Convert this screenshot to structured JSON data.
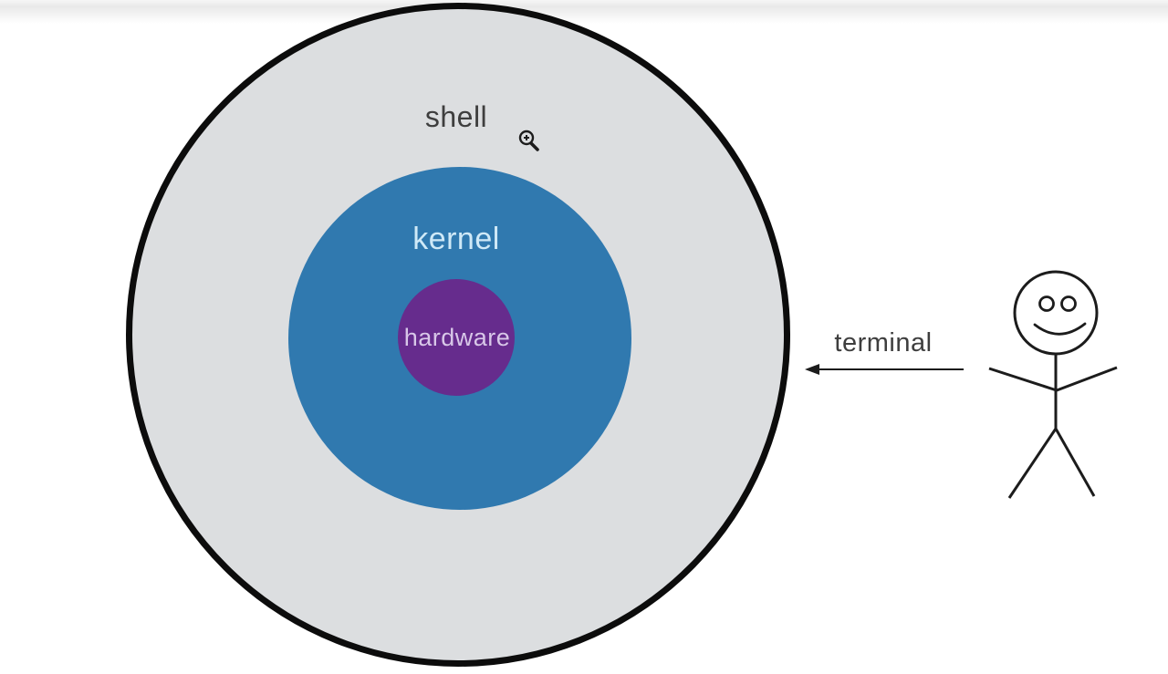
{
  "diagram": {
    "labels": {
      "shell": "shell",
      "kernel": "kernel",
      "hardware": "hardware",
      "terminal": "terminal"
    },
    "colors": {
      "background": "#ffffff",
      "outline": "#0c0c0c",
      "shell_fill": "#dcdee0",
      "kernel_fill": "#3079af",
      "kernel_text": "#cfe9f7",
      "hardware_fill": "#662c8d",
      "hardware_text": "#d8c7e8",
      "label_text": "#3e3e3e",
      "line_ink": "#1c1c1c"
    },
    "icons": {
      "magnifier": "zoom-in-cursor",
      "person": "smiling-stick-figure",
      "arrow": "left-arrow"
    }
  }
}
